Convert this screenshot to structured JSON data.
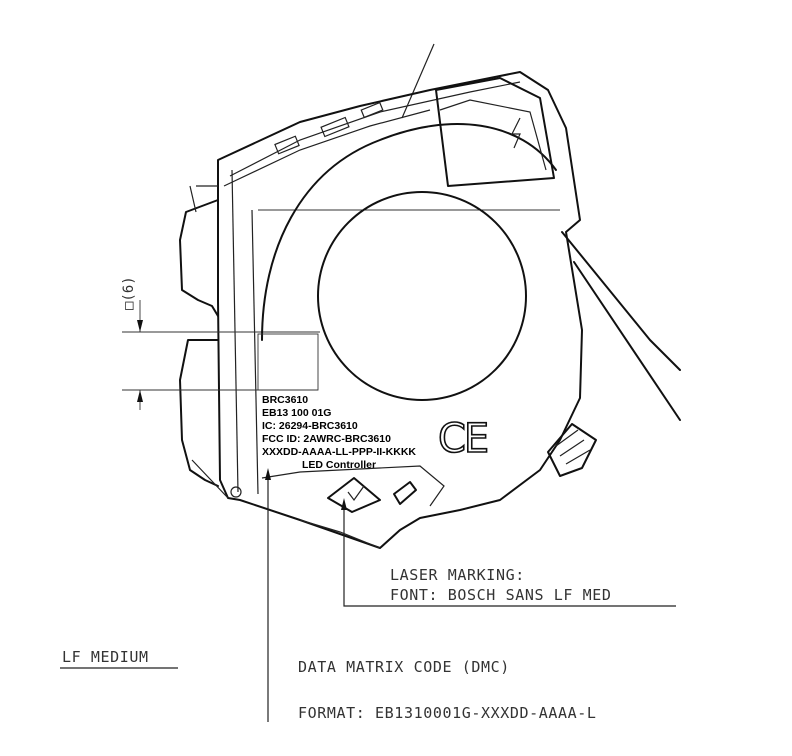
{
  "dimension": {
    "label": "□(6)"
  },
  "product_label": [
    "BRC3610",
    "EB13 100 01G",
    "IC: 26294-BRC3610",
    "FCC ID: 2AWRC-BRC3610",
    "XXXDD-AAAA-LL-PPP-II-KKKK",
    "LED Controller"
  ],
  "marks": {
    "ce": "CE"
  },
  "callouts": {
    "laser_marking": "LASER MARKING:",
    "laser_font": "FONT: BOSCH SANS LF MED",
    "lf_medium": "LF MEDIUM",
    "dmc_title": "DATA MATRIX CODE (DMC)",
    "dmc_format": "FORMAT: EB1310001G-XXXDD-AAAA-L"
  }
}
